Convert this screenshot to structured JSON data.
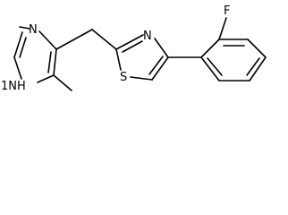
{
  "structure": {
    "atoms": {
      "imidazole_n3": "N",
      "imidazole_n1h": "NH",
      "imidazole_n1h_prefix": "1",
      "thiazole_n": "N",
      "thiazole_s": "S",
      "fluorine": "F"
    },
    "colors": {
      "bond": "#000000",
      "label": "#000000",
      "background": "#ffffff"
    }
  }
}
